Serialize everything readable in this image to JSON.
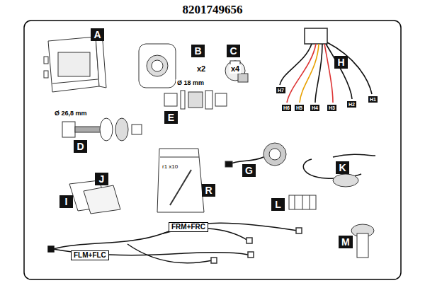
{
  "diagram": {
    "title": "8201749656",
    "labels": [
      "A",
      "B",
      "x2",
      "C",
      "x4",
      "H",
      "H7",
      "H6",
      "H5",
      "H4",
      "H3",
      "H2",
      "H1",
      "Ø 18 mm",
      "E",
      "Ø 26,8 mm",
      "D",
      "r1 x10",
      "R",
      "G",
      "K",
      "I",
      "J",
      "L",
      "FRM+FRC",
      "FLM+FLC",
      "M"
    ]
  }
}
